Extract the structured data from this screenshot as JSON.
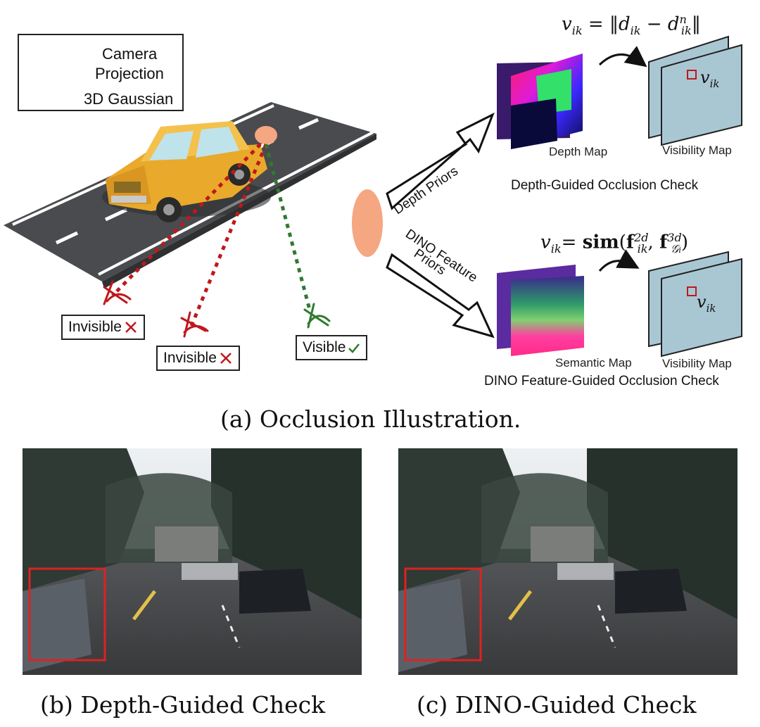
{
  "legend": {
    "camera": "Camera",
    "projection": "Projection",
    "gaussian": "3D Gaussian"
  },
  "cameras": {
    "invisible_1": "Invisible",
    "invisible_2": "Invisible",
    "visible": "Visible"
  },
  "arrows": {
    "depth_priors": "Depth Priors",
    "dino_line1": "DINO Feature",
    "dino_line2": "Priors"
  },
  "top_pipeline": {
    "formula_lhs": "v",
    "formula_lhs_sub": "ik",
    "formula_eq": " = ",
    "formula_d": "d",
    "formula_d_sub": "ik",
    "formula_minus": " − ",
    "formula_dn": "d",
    "formula_dn_sub": "ik",
    "formula_dn_sup": "n",
    "map_label": "Depth Map",
    "vis_label": "Visibility Map",
    "cell_v": "v",
    "cell_sub": "ik",
    "title": "Depth-Guided Occlusion Check"
  },
  "bottom_pipeline": {
    "formula_lhs": "v",
    "formula_lhs_sub": "ik",
    "formula_eq": "= ",
    "formula_sim": "sim",
    "formula_f": "f",
    "formula_f1_sup": "2d",
    "formula_f1_sub": "ik",
    "formula_f2_sup": "3d",
    "formula_f2_sub": "𝒢",
    "formula_f2_subsub": "i",
    "map_label": "Semantic Map",
    "vis_label": "Visibility Map",
    "cell_v": "v",
    "cell_sub": "ik",
    "title": "DINO Feature-Guided Occlusion Check"
  },
  "captions": {
    "a": "(a) Occlusion Illustration.",
    "b": "(b) Depth-Guided Check",
    "c": "(c) DINO-Guided Check"
  },
  "colors": {
    "red": "#c0171b",
    "green": "#2f7a2f",
    "gaussian": "#f5a781",
    "road": "#4a4b4e",
    "car": "#f0b73a",
    "panel": "#a9c7d3"
  }
}
